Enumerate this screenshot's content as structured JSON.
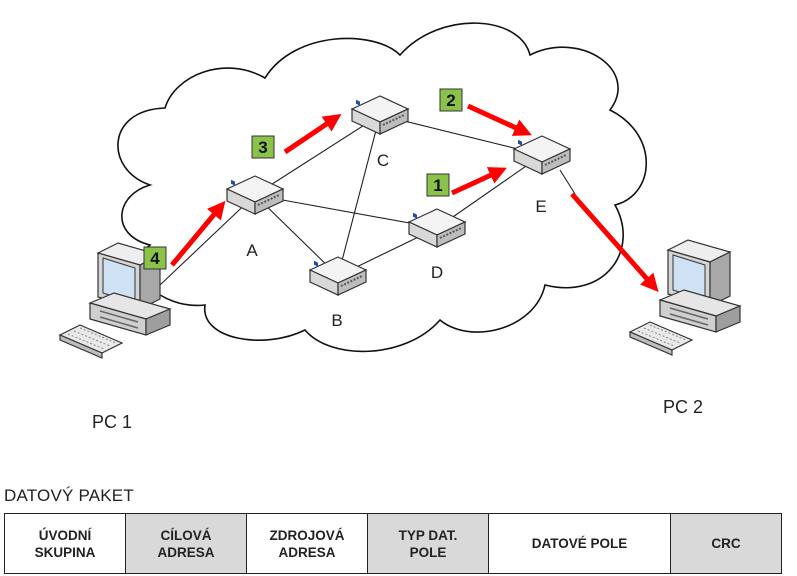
{
  "nodes": [
    {
      "id": "A",
      "label": "A"
    },
    {
      "id": "B",
      "label": "B"
    },
    {
      "id": "C",
      "label": "C"
    },
    {
      "id": "D",
      "label": "D"
    },
    {
      "id": "E",
      "label": "E"
    }
  ],
  "links": [
    [
      "PC1",
      "A"
    ],
    [
      "A",
      "C"
    ],
    [
      "A",
      "B"
    ],
    [
      "A",
      "D"
    ],
    [
      "C",
      "B"
    ],
    [
      "C",
      "E"
    ],
    [
      "B",
      "D"
    ],
    [
      "D",
      "E"
    ]
  ],
  "route_steps": [
    {
      "number": "1",
      "from": "D",
      "to": "E"
    },
    {
      "number": "2",
      "from": "C",
      "to": "E"
    },
    {
      "number": "3",
      "from": "A",
      "to": "C"
    },
    {
      "number": "4",
      "from": "PC1",
      "to": "A"
    }
  ],
  "computers": [
    {
      "id": "PC1",
      "label": "PC 1"
    },
    {
      "id": "PC2",
      "label": "PC 2"
    }
  ],
  "colors": {
    "arrow": "#ff0000",
    "step_badge": "#8bc34a",
    "shaded_cell": "#d9d9d9"
  },
  "packet": {
    "title": "DATOVÝ PAKET",
    "fields": [
      {
        "label": "ÚVODNÍ\nSKUPINA",
        "shaded": false
      },
      {
        "label": "CÍLOVÁ\nADRESA",
        "shaded": true
      },
      {
        "label": "ZDROJOVÁ\nADRESA",
        "shaded": false
      },
      {
        "label": "TYP DAT.\nPOLE",
        "shaded": true
      },
      {
        "label": "DATOVÉ POLE",
        "shaded": false
      },
      {
        "label": "CRC",
        "shaded": true
      }
    ]
  }
}
